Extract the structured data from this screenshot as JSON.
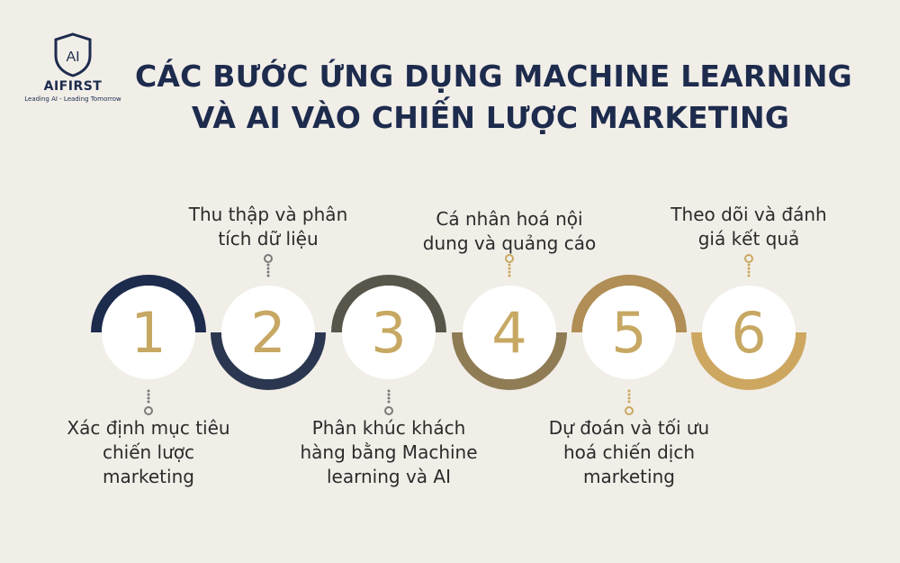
{
  "brand": {
    "logo_mark": "AI",
    "name": "AIFIRST",
    "tagline": "Leading AI - Leading Tomorrow"
  },
  "title": {
    "line1": "CÁC BƯỚC ỨNG DỤNG MACHINE LEARNING",
    "line2": "VÀ AI VÀO CHIẾN LƯỢC MARKETING"
  },
  "steps": [
    {
      "number": "1",
      "label": "Xác định mục tiêu chiến lược marketing",
      "color": "#1d2b4d"
    },
    {
      "number": "2",
      "label": "Thu thập và phân tích dữ liệu",
      "color": "#2b3750"
    },
    {
      "number": "3",
      "label": "Phân khúc khách hàng bằng Machine learning và AI",
      "color": "#58554a"
    },
    {
      "number": "4",
      "label": "Cá nhân hoá nội dung và quảng cáo",
      "color": "#8f7c55"
    },
    {
      "number": "5",
      "label": "Dự đoán và tối ưu hoá chiến dịch marketing",
      "color": "#b08e55"
    },
    {
      "number": "6",
      "label": "Theo dõi và đánh giá kết quả",
      "color": "#cda760"
    }
  ],
  "colors": {
    "background": "#f1eee8",
    "navy": "#1d2b4d",
    "gold": "#c9a961"
  }
}
